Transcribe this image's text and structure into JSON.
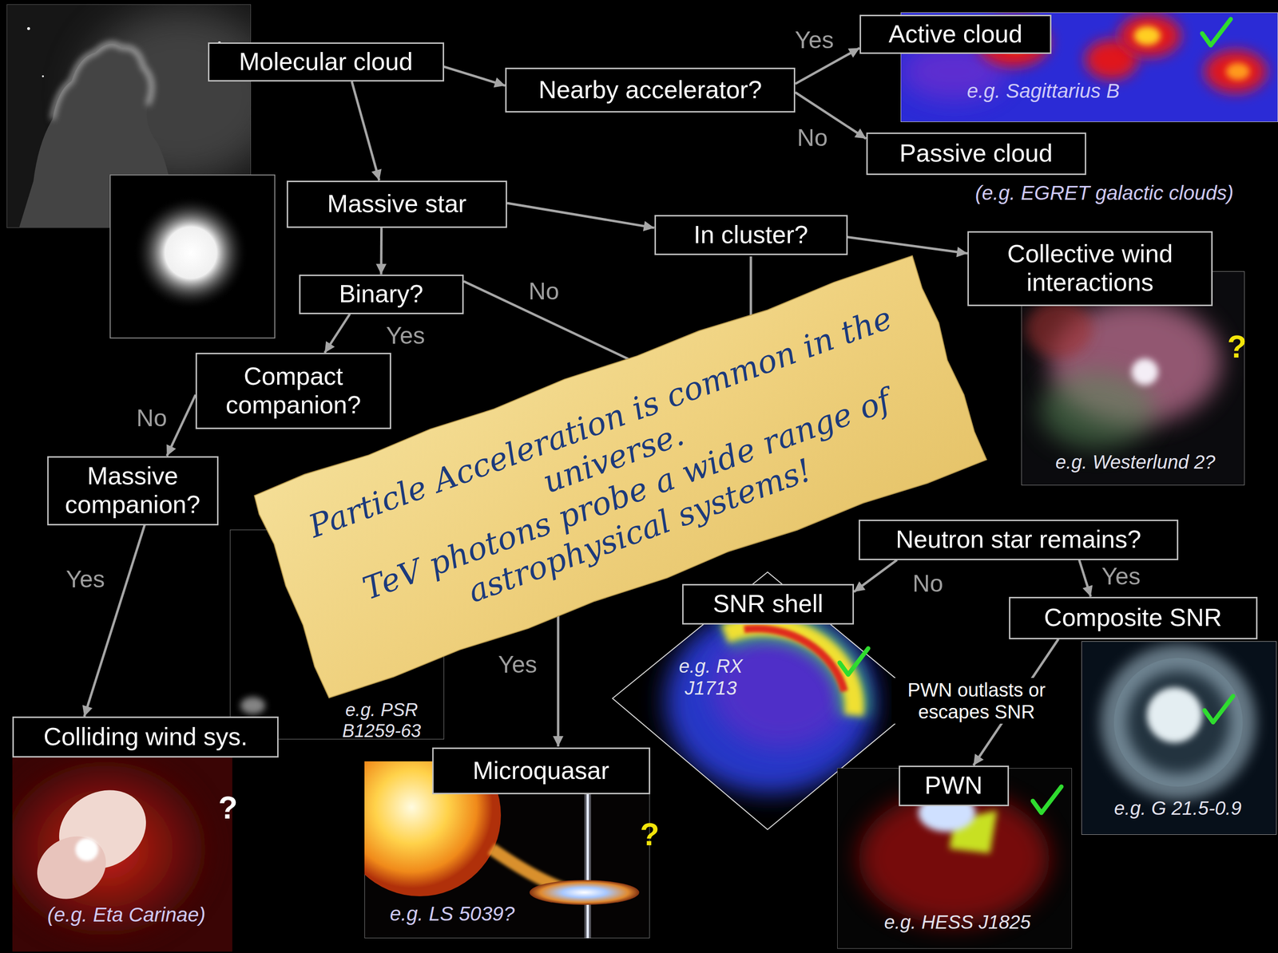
{
  "diagram": {
    "nodes": [
      {
        "text": [
          "Molecular cloud"
        ]
      },
      {
        "text": [
          "Nearby accelerator?"
        ]
      },
      {
        "text": [
          "Active cloud"
        ]
      },
      {
        "text": [
          "Passive cloud"
        ]
      },
      {
        "text": [
          "Massive star"
        ]
      },
      {
        "text": [
          "In cluster?"
        ]
      },
      {
        "text": [
          "Collective wind interactions"
        ]
      },
      {
        "text": [
          "Binary?"
        ]
      },
      {
        "text": [
          "Compact companion?"
        ]
      },
      {
        "text": [
          "Massive companion?"
        ]
      },
      {
        "text": [
          "Particle Acceleration is common in the universe.",
          "TeV photons probe a wide range of astrophysical systems!"
        ]
      },
      {
        "text": [
          "Neutron star remains?"
        ]
      },
      {
        "text": [
          "SNR shell"
        ]
      },
      {
        "text": [
          "Composite SNR"
        ]
      },
      {
        "text": [
          "Colliding wind sys."
        ]
      },
      {
        "text": [
          "Microquasar"
        ]
      },
      {
        "text": [
          "PWN"
        ]
      }
    ],
    "edges": [
      {
        "from": 0,
        "to": 1,
        "arrow": "to"
      },
      {
        "from": 1,
        "to": 2,
        "label": "Yes",
        "arrow": "to"
      },
      {
        "from": 1,
        "to": 3,
        "label": "No",
        "arrow": "to"
      },
      {
        "from": 0,
        "to": 4,
        "arrow": "to"
      },
      {
        "from": 4,
        "to": 5,
        "arrow": "to"
      },
      {
        "from": 4,
        "to": 7,
        "arrow": "to"
      },
      {
        "from": 5,
        "to": 6,
        "arrow": "to"
      },
      {
        "from": 7,
        "to": 8,
        "label": "Yes",
        "arrow": "to"
      },
      {
        "from": 8,
        "to": 9,
        "label": "No",
        "arrow": "to"
      },
      {
        "from": 9,
        "to": 14,
        "label": "Yes",
        "arrow": "to"
      },
      {
        "from": 11,
        "to": 12,
        "label": "No",
        "arrow": "to"
      },
      {
        "from": 11,
        "to": 13,
        "label": "Yes",
        "arrow": "to"
      },
      {
        "from": 13,
        "to": 16,
        "label": "PWN outlasts or escapes SNR",
        "arrow": "to"
      }
    ],
    "labels": [
      "e.g. Sagittarius B",
      "(e.g. EGRET galactic clouds)",
      "No",
      "?",
      "e.g. Westerlund 2?",
      "e.g. PSR B1259-63",
      "e.g. RX J1713",
      "Yes",
      "e.g. G 21.5-0.9",
      "?",
      "(e.g. Eta Carinae)",
      "?",
      "e.g. LS 5039?",
      "e.g. HESS J1825"
    ]
  }
}
